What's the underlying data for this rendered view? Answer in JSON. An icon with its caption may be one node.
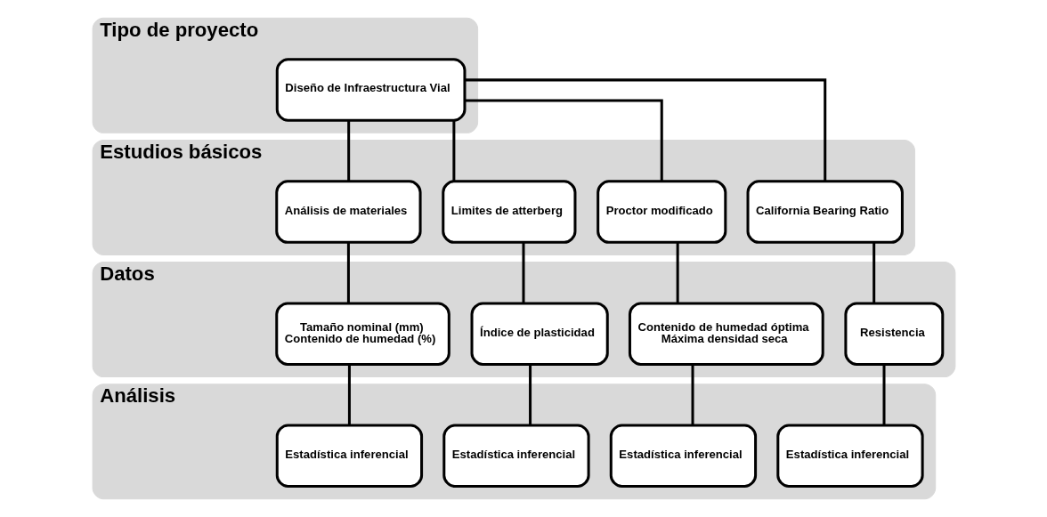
{
  "diagram": {
    "nodes": [
      {
        "text": [
          "Tipo de proyecto"
        ]
      },
      {
        "text": [
          "Diseño de Infraestructura Vial"
        ],
        "in": 0
      },
      {
        "text": [
          "Estudios básicos"
        ]
      },
      {
        "text": [
          "Análisis de materiales"
        ],
        "in": 2
      },
      {
        "text": [
          "Limites de atterberg"
        ],
        "in": 2
      },
      {
        "text": [
          "Proctor modificado"
        ],
        "in": 2
      },
      {
        "text": [
          "California Bearing Ratio"
        ],
        "in": 2
      },
      {
        "text": [
          "Datos"
        ]
      },
      {
        "text": [
          "Tamaño nominal (mm)",
          "Contenido de humedad (%)"
        ],
        "in": 7
      },
      {
        "text": [
          "Índice de plasticidad"
        ],
        "in": 7
      },
      {
        "text": [
          "Contenido de humedad óptima",
          "Máxima densidad seca"
        ],
        "in": 7
      },
      {
        "text": [
          "Resistencia"
        ],
        "in": 7
      },
      {
        "text": [
          "Análisis"
        ]
      },
      {
        "text": [
          "Estadística inferencial"
        ],
        "in": 12
      },
      {
        "text": [
          "Estadística inferencial"
        ],
        "in": 12
      },
      {
        "text": [
          "Estadística inferencial"
        ],
        "in": 12
      },
      {
        "text": [
          "Estadística inferencial"
        ],
        "in": 12
      }
    ],
    "edges": [
      {
        "from": 1,
        "to": 3,
        "arrow": "none"
      },
      {
        "from": 1,
        "to": 4,
        "arrow": "none"
      },
      {
        "from": 1,
        "to": 5,
        "arrow": "none"
      },
      {
        "from": 1,
        "to": 6,
        "arrow": "none"
      },
      {
        "from": 3,
        "to": 8,
        "arrow": "none"
      },
      {
        "from": 4,
        "to": 9,
        "arrow": "none"
      },
      {
        "from": 5,
        "to": 10,
        "arrow": "none"
      },
      {
        "from": 6,
        "to": 11,
        "arrow": "none"
      },
      {
        "from": 8,
        "to": 13,
        "arrow": "none"
      },
      {
        "from": 9,
        "to": 14,
        "arrow": "none"
      },
      {
        "from": 10,
        "to": 15,
        "arrow": "none"
      },
      {
        "from": 11,
        "to": 16,
        "arrow": "none"
      }
    ]
  }
}
